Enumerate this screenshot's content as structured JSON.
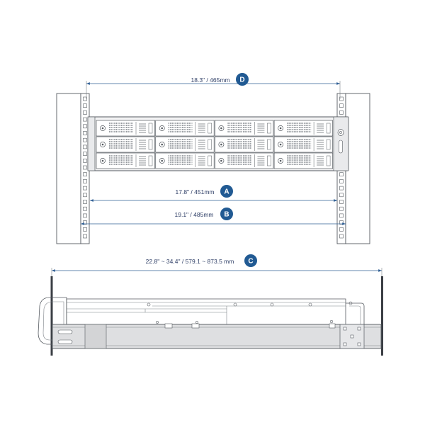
{
  "dimensions": [
    {
      "id": "D",
      "label": "18.3\" / 465mm",
      "badge": "D"
    },
    {
      "id": "A",
      "label": "17.8\" / 451mm",
      "badge": "A"
    },
    {
      "id": "B",
      "label": "19.1\" / 485mm",
      "badge": "B"
    },
    {
      "id": "C",
      "label": "22.8\" ~ 34.4\" / 579.1 ~ 873.5 mm",
      "badge": "C"
    }
  ],
  "colors": {
    "dimension_line": "#2f5f95",
    "badge_fill": "#215a93",
    "outline": "#555a60",
    "rail_fill": "#dedfe1"
  },
  "drive_bays": {
    "rows": 3,
    "columns": 4
  }
}
